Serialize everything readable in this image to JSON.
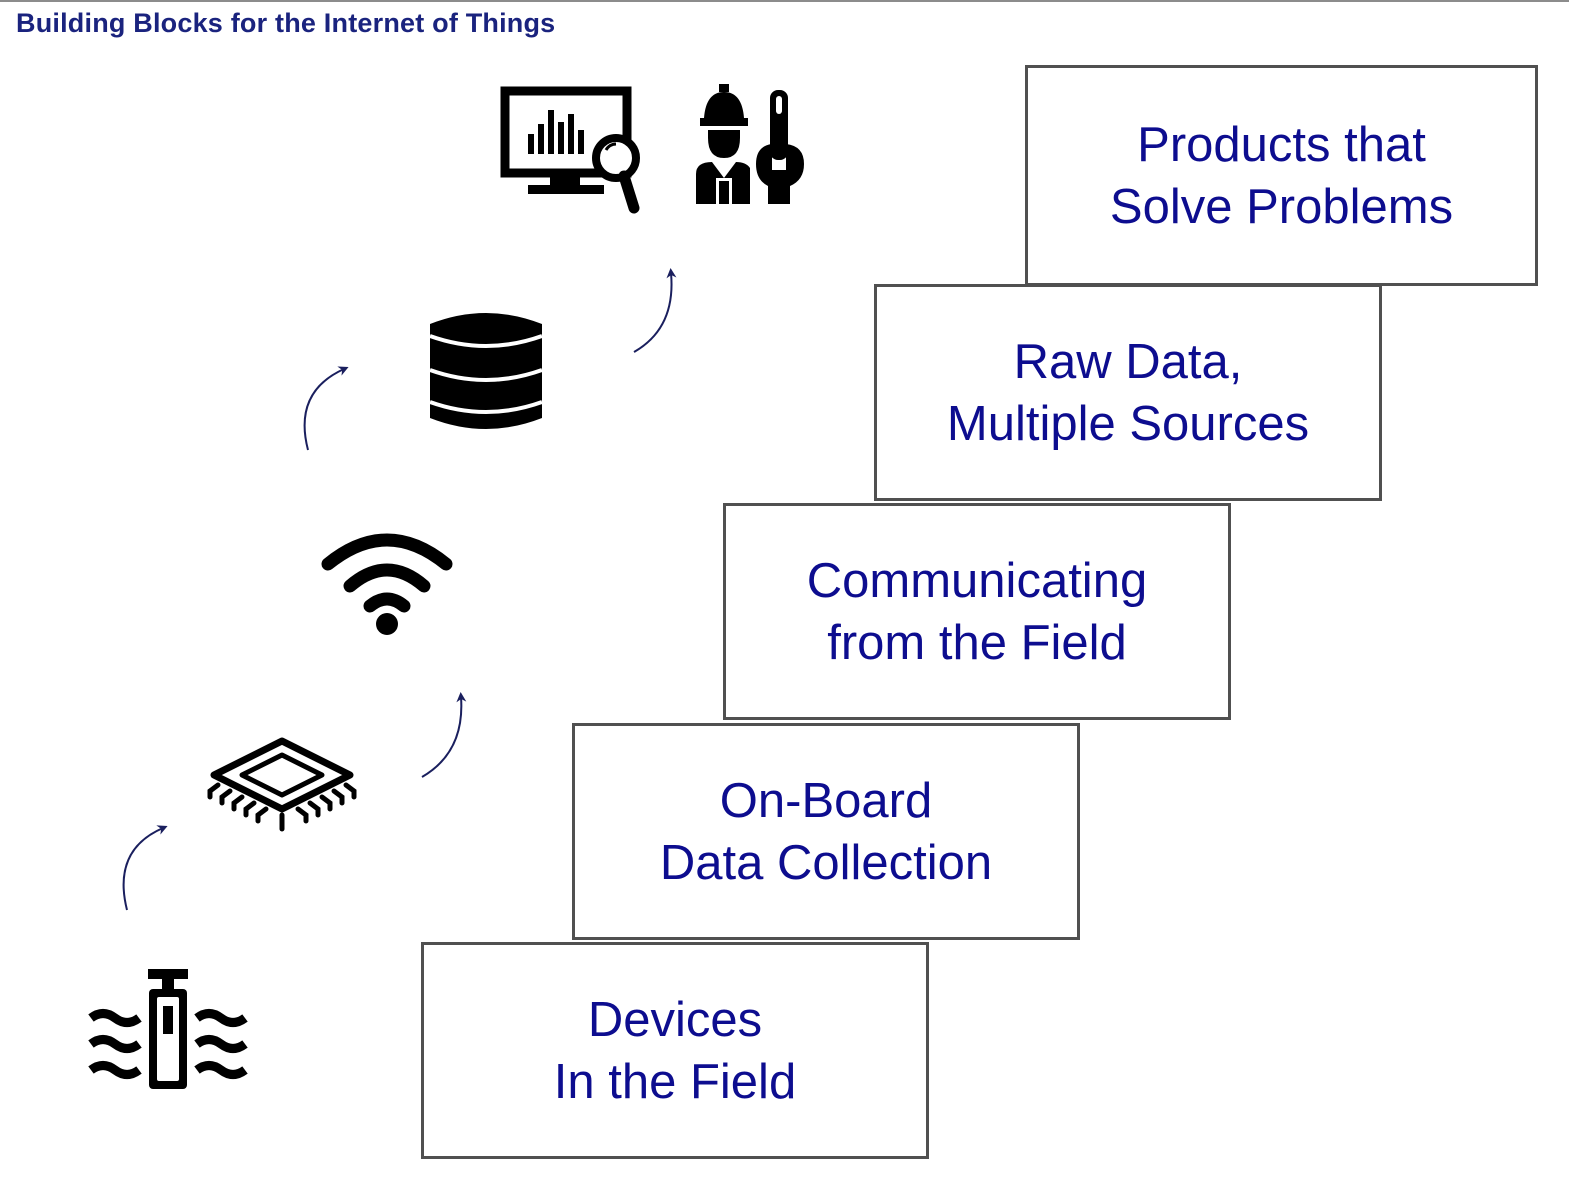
{
  "title": "Building Blocks for the Internet of Things",
  "steps": [
    {
      "line1": "Devices",
      "line2": "In the Field"
    },
    {
      "line1": "On-Board",
      "line2": "Data Collection"
    },
    {
      "line1": "Communicating",
      "line2": "from the Field"
    },
    {
      "line1": "Raw Data,",
      "line2": "Multiple Sources"
    },
    {
      "line1": "Products that",
      "line2": "Solve Problems"
    }
  ],
  "icons": [
    "water-sensor-icon",
    "microchip-icon",
    "wifi-icon",
    "database-icon",
    "analytics-monitor-icon",
    "engineer-wrench-icon"
  ],
  "colors": {
    "title": "#1a237e",
    "step_text": "#0d0d8f",
    "box_border": "#505050",
    "arrow": "#1a1f5e",
    "icon": "#000000"
  }
}
